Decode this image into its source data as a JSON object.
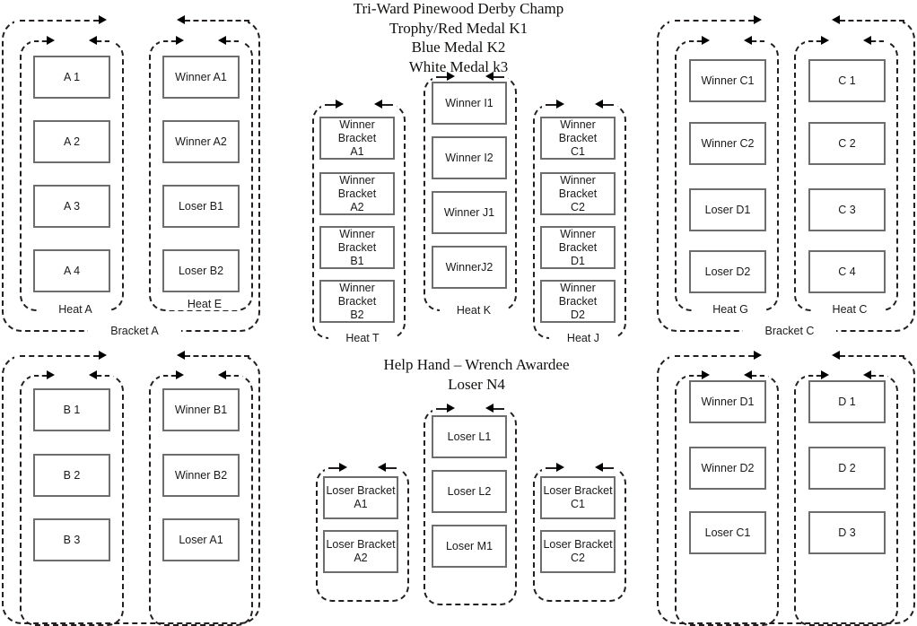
{
  "titles": {
    "champion": "Tri-Ward Pinewood Derby Champ\nTrophy/Red Medal K1\nBlue Medal K2\nWhite Medal k3",
    "helping_hand": "Help Hand – Wrench Awardee\nLoser N4"
  },
  "labels": {
    "bracket_a": "Bracket A",
    "bracket_c": "Bracket C",
    "heat_a": "Heat A",
    "heat_e": "Heat E",
    "heat_t": "Heat T",
    "heat_k": "Heat K",
    "heat_j": "Heat J",
    "heat_g": "Heat G",
    "heat_c": "Heat C"
  },
  "groups": {
    "heat_a": [
      "A 1",
      "A 2",
      "A 3",
      "A 4"
    ],
    "heat_e": [
      "Winner A1",
      "Winner A2",
      "Loser B1",
      "Loser B2"
    ],
    "heat_t": [
      "Winner Bracket\nA1",
      "Winner Bracket\nA2",
      "Winner Bracket\nB1",
      "Winner Bracket\nB2"
    ],
    "heat_k": [
      "Winner I1",
      "Winner I2",
      "Winner J1",
      "WinnerJ2"
    ],
    "heat_j": [
      "Winner Bracket\nC1",
      "Winner Bracket\nC2",
      "Winner Bracket\nD1",
      "Winner Bracket\nD2"
    ],
    "heat_g": [
      "Winner C1",
      "Winner C2",
      "Loser D1",
      "Loser D2"
    ],
    "heat_c": [
      "C 1",
      "C 2",
      "C 3",
      "C 4"
    ],
    "heat_b": [
      "B 1",
      "B 2",
      "B 3"
    ],
    "heat_f": [
      "Winner B1",
      "Winner B2",
      "Loser A1"
    ],
    "loser_left": [
      "Loser Bracket\nA1",
      "Loser Bracket\nA2"
    ],
    "loser_center": [
      "Loser L1",
      "Loser L2",
      "Loser M1"
    ],
    "loser_right": [
      "Loser Bracket\nC1",
      "Loser Bracket\nC2"
    ],
    "heat_h": [
      "Winner D1",
      "Winner D2",
      "Loser C1"
    ],
    "heat_d": [
      "D 1",
      "D 2",
      "D 3"
    ]
  },
  "colors": {
    "cell_border": "#6d6d6d",
    "dashed_border": "#231f20",
    "text": "#1a1a1a",
    "background": "#ffffff"
  }
}
